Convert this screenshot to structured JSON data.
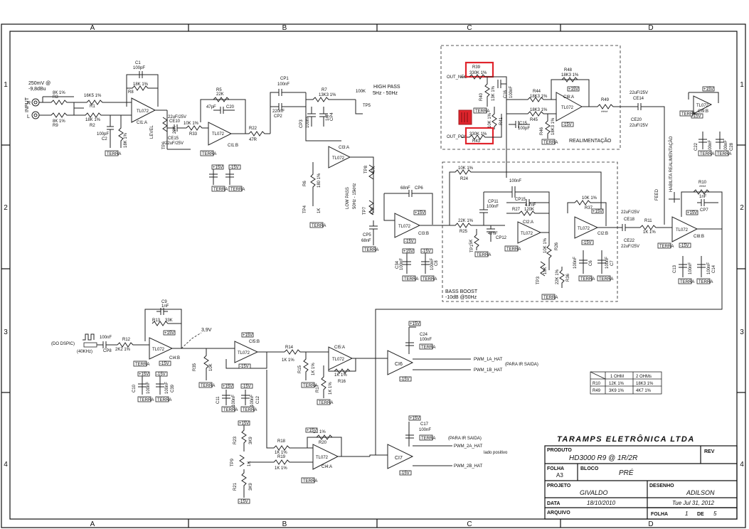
{
  "border": {
    "columns": [
      "A",
      "B",
      "C",
      "D"
    ],
    "rows": [
      "1",
      "2",
      "3",
      "4"
    ]
  },
  "labels": {
    "input_amp": "250mV @",
    "input_dbu": "-9,8dBu",
    "input": "INPUT",
    "in_r": "R",
    "in_l": "L",
    "high_pass": "HIGH PASS",
    "high_pass_freq": "5Hz - 50Hz",
    "low_pass": "LOW PASS",
    "low_pass_freq": "50Hz - 15kHz",
    "bass_boost": "BASS BOOST",
    "bass_boost_spec": "-10dB @50Hz",
    "feedback": "REALIMENTAÇÃO",
    "enable_feedback": "HABILITA REALIMENTAÇÃO",
    "feed": "FEED",
    "from_dsp": "(DO DSPIC)",
    "dsp_freq": "(40KHz)",
    "voltage": "3,9V",
    "to_output1": "(PARA IR SAIDA)",
    "to_output2": "(PARA IR SAIDA)",
    "positive_side": "lado positivo",
    "level": "LEVEL"
  },
  "ics": {
    "ci1a": "CI1:A",
    "ci1b": "CI1:B",
    "ci2a": "CI2:A",
    "ci2b": "CI2:B",
    "ci3a": "CI3:A",
    "ci3b": "CI3:B",
    "ci4a": "CI4:A",
    "ci4b": "CI4:B",
    "ci5a": "CI5:A",
    "ci5b": "CI5:B",
    "ci6": "CI6",
    "ci7": "CI7",
    "ci8a": "CI8:A",
    "ci8b": "CI8:B",
    "ci9b": "CI9:B",
    "part": "TL072"
  },
  "components": {
    "r3": "R3",
    "r3v": "8K 1%",
    "r9": "R9",
    "r9v": "8K 1%",
    "r1": "R1",
    "r1v": "16K5 1%",
    "r2": "R2",
    "r2v": "18K 1%",
    "c1": "C1",
    "c1v": "100pF",
    "r8": "R8",
    "r8v": "18K 1%",
    "c2": "C2",
    "c2v": "100pF",
    "r4": "R4",
    "r4v": "18K 1%",
    "r5": "R5",
    "r5v": "22K",
    "c20": "C20",
    "c20v": "47pF",
    "ce10": "CE10",
    "ce10v": "22uF/25V",
    "ce15": "CE15",
    "ce15v": "22uF/25V",
    "r33": "R33",
    "r33v": "10K 1%",
    "r22": "R22",
    "r22v": "47R",
    "tp6": "TP6",
    "tp6v": "22K",
    "cp1": "CP1",
    "cp1v": "100nF",
    "cp2": "CP2",
    "cp2v": "220nF",
    "cp3": "CP3",
    "cp3v": "100nF",
    "cp4": "CP4",
    "cp4v": "1nF",
    "r7": "R7",
    "r7v": "13K3 1%",
    "tp5": "TP5",
    "tp5v": "100K",
    "r6": "R6",
    "r6v": "180 1%",
    "tp4": "TP4",
    "tp4v": "1K",
    "tp8": "TP8",
    "tp8v": "47K",
    "tp7": "TP7",
    "tp7v": "47K",
    "cp5": "CP5",
    "cp5v": "68nF",
    "cp6": "CP6",
    "cp6v": "68nF",
    "c34": "C34",
    "c34v": "100nF",
    "c8": "C8",
    "c8v": "100nF",
    "r39": "R39",
    "r39v": "330K 1%",
    "r43": "R43",
    "r43v": "330K 1%",
    "r40": "R40",
    "r40v": "13K 1%",
    "r41": "R41",
    "r41v": "10K 1%",
    "c16": "C16",
    "c16v": "100nF",
    "c15": "C15",
    "c15v": "100pF",
    "r44": "R44",
    "r44v": "18K3 1%",
    "r45": "R45",
    "r45v": "18K3 1%",
    "r48": "R48",
    "r48v": "18K3 1%",
    "r46": "R46",
    "r46v": "18K3 1%",
    "r49": "R49",
    "r49v": "****",
    "ce14": "CE14",
    "ce14v": "22uF/25V",
    "ce20": "CE20",
    "ce20v": "22uF/25V",
    "c22": "C22",
    "c22v": "100nF",
    "c28": "C28",
    "c28v": "100nF",
    "r24": "R24",
    "r24v": "10K 1%",
    "cp14": "CP14",
    "cp14v": "100nF",
    "cp15": "CP15",
    "cp15v": "4.7nF",
    "cp11": "CP11",
    "cp11v": "100nF",
    "r27": "R27",
    "r27v": "120K",
    "r25": "R25",
    "r25v": "22K 1%",
    "cp12": "CP12",
    "cp12v": "47nF",
    "tp1": "TP1",
    "tp1v": "5K",
    "r37": "R37",
    "r37v": "10K 1%",
    "r26": "R26",
    "r26v": "10K 1%",
    "tp3": "TP3",
    "tp3v": "10K",
    "r36": "R36",
    "r36v": "22K 1%",
    "c6": "C6",
    "c6v": "100nF",
    "c7": "C7",
    "c7v": "100nF",
    "ce18": "CE18",
    "ce18v": "22uF/25V",
    "ce22": "CE22",
    "ce22v": "22uF/25V",
    "r11": "R11",
    "r11v": "1K 1%",
    "r10": "R10",
    "r10v": "****",
    "cp7": "CP7",
    "cp7v": "1nF",
    "c13": "C13",
    "c13v": "100nF",
    "c14": "C14",
    "c14v": "100nF",
    "c9": "C9",
    "c9v": "1nF",
    "r13": "R13",
    "r13v": "33K",
    "cp8": "CP8",
    "cp8v": "100nF",
    "r12": "R12",
    "r12v": "2K2 1%",
    "c10": "C10",
    "c10v": "100nF",
    "c39": "C39",
    "c39v": "100nF",
    "r35": "R35",
    "r35v": "10K",
    "r14": "R14",
    "r14v": "1K 1%",
    "r15": "R15",
    "r15v": "1K 1%",
    "r16": "R16",
    "r16v": "1K 1%",
    "r17": "R17",
    "r17v": "1K 1%",
    "c11": "C11",
    "c11v": "100nF",
    "c12": "C12",
    "c12v": "100nF",
    "c24": "C24",
    "c24v": "100nF",
    "c17": "C17",
    "c17v": "100nF",
    "r18": "R18",
    "r18v": "1K 1%",
    "r19": "R19",
    "r19v": "1K 1%",
    "r20": "R20",
    "r20v": "1K 1%",
    "r23": "R23",
    "r23v": "3K9",
    "r21": "R21",
    "r21v": "3K9",
    "tp9": "TP9",
    "tp9v": "1K"
  },
  "nets": {
    "out_neg": "OUT_NEG",
    "out_pos": "OUT_POS",
    "vcc": "+15V",
    "vee": "-15V",
    "gnd": "TERRA",
    "pwm1": "PWM_1A_HAT",
    "pwm2": "PWM_1B_HAT",
    "pwm3": "PWM_2A_HAT",
    "pwm4": "PWM_2B_HAT"
  },
  "impedance_table": {
    "headers": [
      "",
      "1 OHM",
      "2 OHMs"
    ],
    "rows": [
      [
        "R10",
        "12K 1%",
        "18K3 1%"
      ],
      [
        "R49",
        "3K9 1%",
        "4K7 1%"
      ]
    ]
  },
  "title_block": {
    "company": "TARAMPS ELETRÔNICA LTDA",
    "produto_label": "PRODUTO",
    "produto": "HD3000 R9 @ 1R/2R",
    "rev_label": "REV",
    "folha_label": "FOLHA",
    "folha": "A3",
    "bloco_label": "BLOCO",
    "bloco": "PRÉ",
    "projeto_label": "PROJETO",
    "projeto": "GIVALDO",
    "desenho_label": "DESENHO",
    "desenho": "ADILSON",
    "data_label": "DATA",
    "data": "18/10/2010",
    "date_printed": "Tue Jul 31, 2012",
    "arquivo_label": "ARQUIVO",
    "folha2_label": "FOLHA",
    "sheet": "1",
    "de": "DE",
    "sheets": "5"
  },
  "colors": {
    "ink": "#111111",
    "highlight": "#e0242c"
  }
}
